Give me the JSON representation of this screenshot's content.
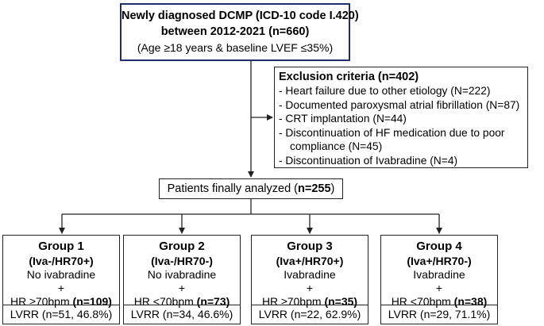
{
  "top": {
    "line1": "Newly diagnosed DCMP (ICD-10 code I.420)",
    "line2": "between 2012-2021 (n=660)",
    "line3": "(Age ≥18 years & baseline LVEF ≤35%)"
  },
  "exclusion": {
    "title": "Exclusion criteria (n=402)",
    "items": [
      "- Heart failure due to other etiology (N=222)",
      "- Documented paroxysmal atrial fibrillation (N=87)",
      "- CRT implantation (N=44)",
      "- Discontinuation of HF medication due to poor",
      "compliance (N=45)",
      "- Discontinuation of Ivabradine (N=4)"
    ]
  },
  "final": {
    "label": "Patients finally analyzed (",
    "count": "n=255",
    "close": ")"
  },
  "groups": [
    {
      "title": "Group 1",
      "subtitle": "(Iva-/HR70+)",
      "drug": "No ivabradine",
      "plus": "+",
      "hr": "HR ≥70bpm ",
      "n": "(n=109)",
      "lvrr": "LVRR (n=51, 46.8%)"
    },
    {
      "title": "Group 2",
      "subtitle": "(Iva-/HR70-)",
      "drug": "No ivabradine",
      "plus": "+",
      "hr": "HR <70bpm ",
      "n": "(n=73)",
      "lvrr": "LVRR (n=34, 46.6%)"
    },
    {
      "title": "Group 3",
      "subtitle": "(Iva+/HR70+)",
      "drug": "Ivabradine",
      "plus": "+",
      "hr": "HR ≥70bpm ",
      "n": "(n=35)",
      "lvrr": "LVRR (n=22, 62.9%)"
    },
    {
      "title": "Group 4",
      "subtitle": "(Iva+/HR70-)",
      "drug": "Ivabradine",
      "plus": "+",
      "hr": "HR <70bpm ",
      "n": "(n=38)",
      "lvrr": "LVRR (n=29, 71.1%)"
    }
  ],
  "colors": {
    "top_border": "#1f2f6b",
    "line": "#222222"
  }
}
